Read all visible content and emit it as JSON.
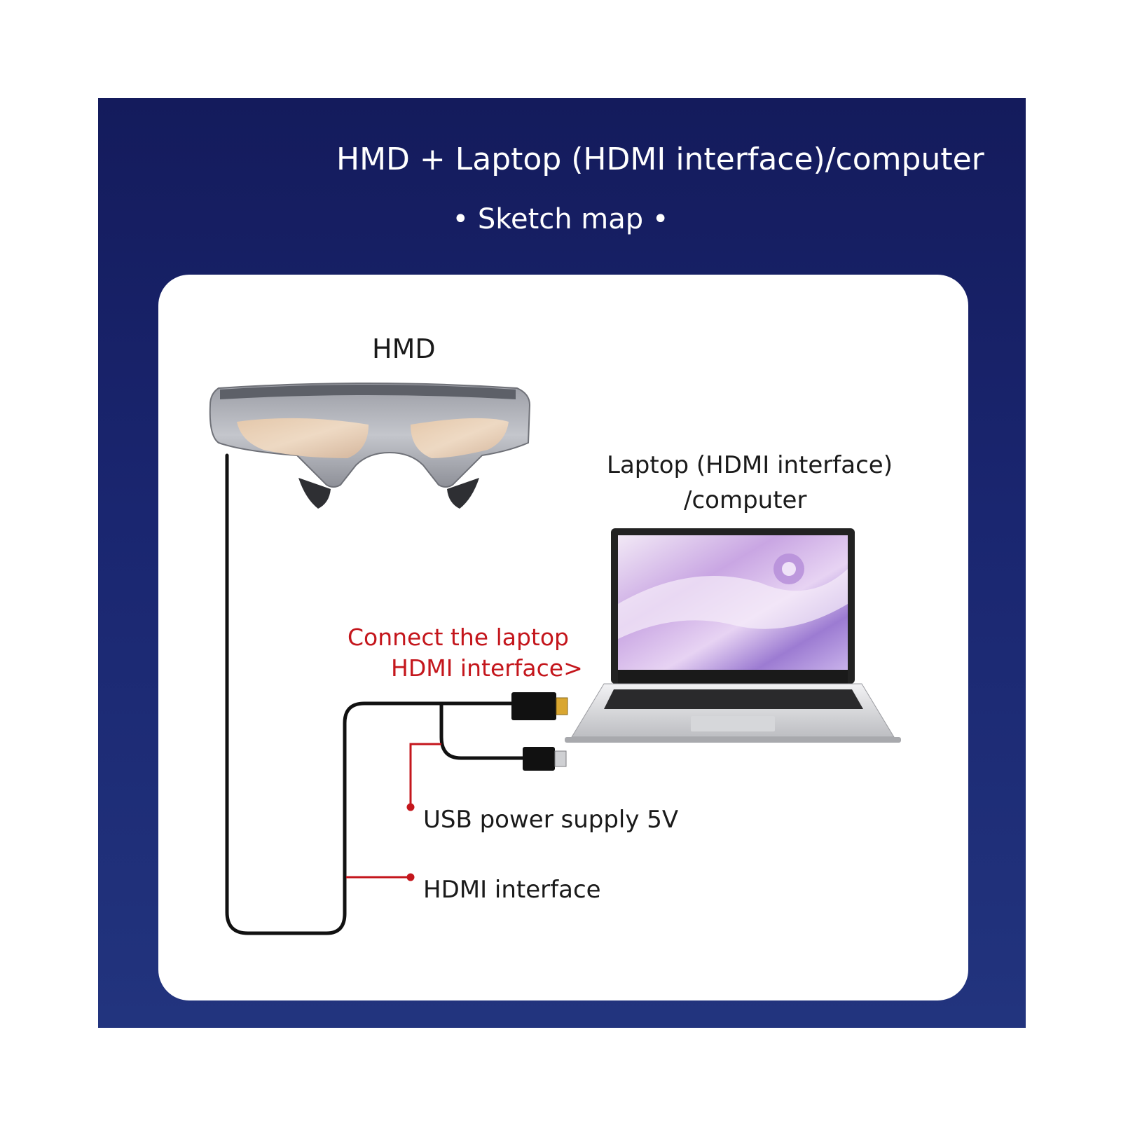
{
  "header": {
    "title": "HMD + Laptop (HDMI interface)/computer",
    "subtitle": "• Sketch map •"
  },
  "diagram": {
    "hmd_label": "HMD",
    "laptop_label_line1": "Laptop (HDMI interface)",
    "laptop_label_line2": "/computer",
    "connect_line1": "Connect the laptop",
    "connect_line2": "HDMI interface>",
    "usb_label": "USB power supply 5V",
    "hdmi_label": "HDMI interface"
  },
  "colors": {
    "background_navy": "#1a2670",
    "callout_red": "#c4161c",
    "cable_black": "#111111"
  },
  "icons": [
    "hmd-glasses-icon",
    "laptop-icon",
    "hdmi-plug-icon",
    "usb-plug-icon"
  ]
}
